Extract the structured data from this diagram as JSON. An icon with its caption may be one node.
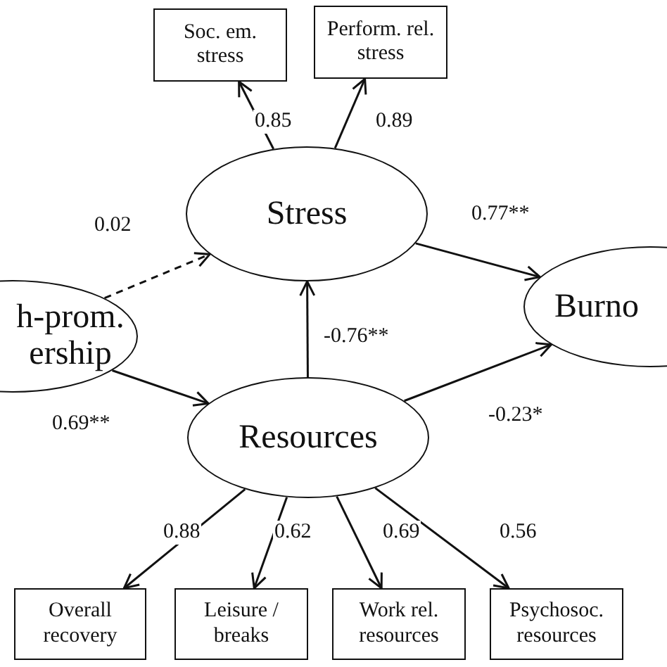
{
  "diagram": {
    "nodes": [
      {
        "text": [
          "Soc. em. stress"
        ]
      },
      {
        "text": [
          "Perform. rel. stress"
        ]
      },
      {
        "text": [
          "Stress"
        ]
      },
      {
        "text": [
          "h-prom. ership"
        ]
      },
      {
        "text": [
          "Burno"
        ]
      },
      {
        "text": [
          "Resources"
        ]
      },
      {
        "text": [
          "Overall recovery"
        ]
      },
      {
        "text": [
          "Leisure / breaks"
        ]
      },
      {
        "text": [
          "Work rel. resources"
        ]
      },
      {
        "text": [
          "Psychosoc. resources"
        ]
      }
    ],
    "edges": [
      {
        "from": 2,
        "to": 0,
        "arrow": "to",
        "label": "0.85"
      },
      {
        "from": 2,
        "to": 1,
        "arrow": "to",
        "label": "0.89"
      },
      {
        "from": 3,
        "to": 2,
        "arrow": "to",
        "label": "0.02",
        "style": "dashed"
      },
      {
        "from": 2,
        "to": 4,
        "arrow": "to",
        "label": "0.77**"
      },
      {
        "from": 5,
        "to": 2,
        "arrow": "to",
        "label": "-0.76**"
      },
      {
        "from": 3,
        "to": 5,
        "arrow": "to",
        "label": "0.69**"
      },
      {
        "from": 5,
        "to": 4,
        "arrow": "to",
        "label": "-0.23*"
      },
      {
        "from": 5,
        "to": 6,
        "arrow": "to",
        "label": "0.88"
      },
      {
        "from": 5,
        "to": 7,
        "arrow": "to",
        "label": "0.62"
      },
      {
        "from": 5,
        "to": 8,
        "arrow": "to",
        "label": "0.69"
      },
      {
        "from": 5,
        "to": 9,
        "arrow": "to",
        "label": "0.56"
      }
    ]
  }
}
